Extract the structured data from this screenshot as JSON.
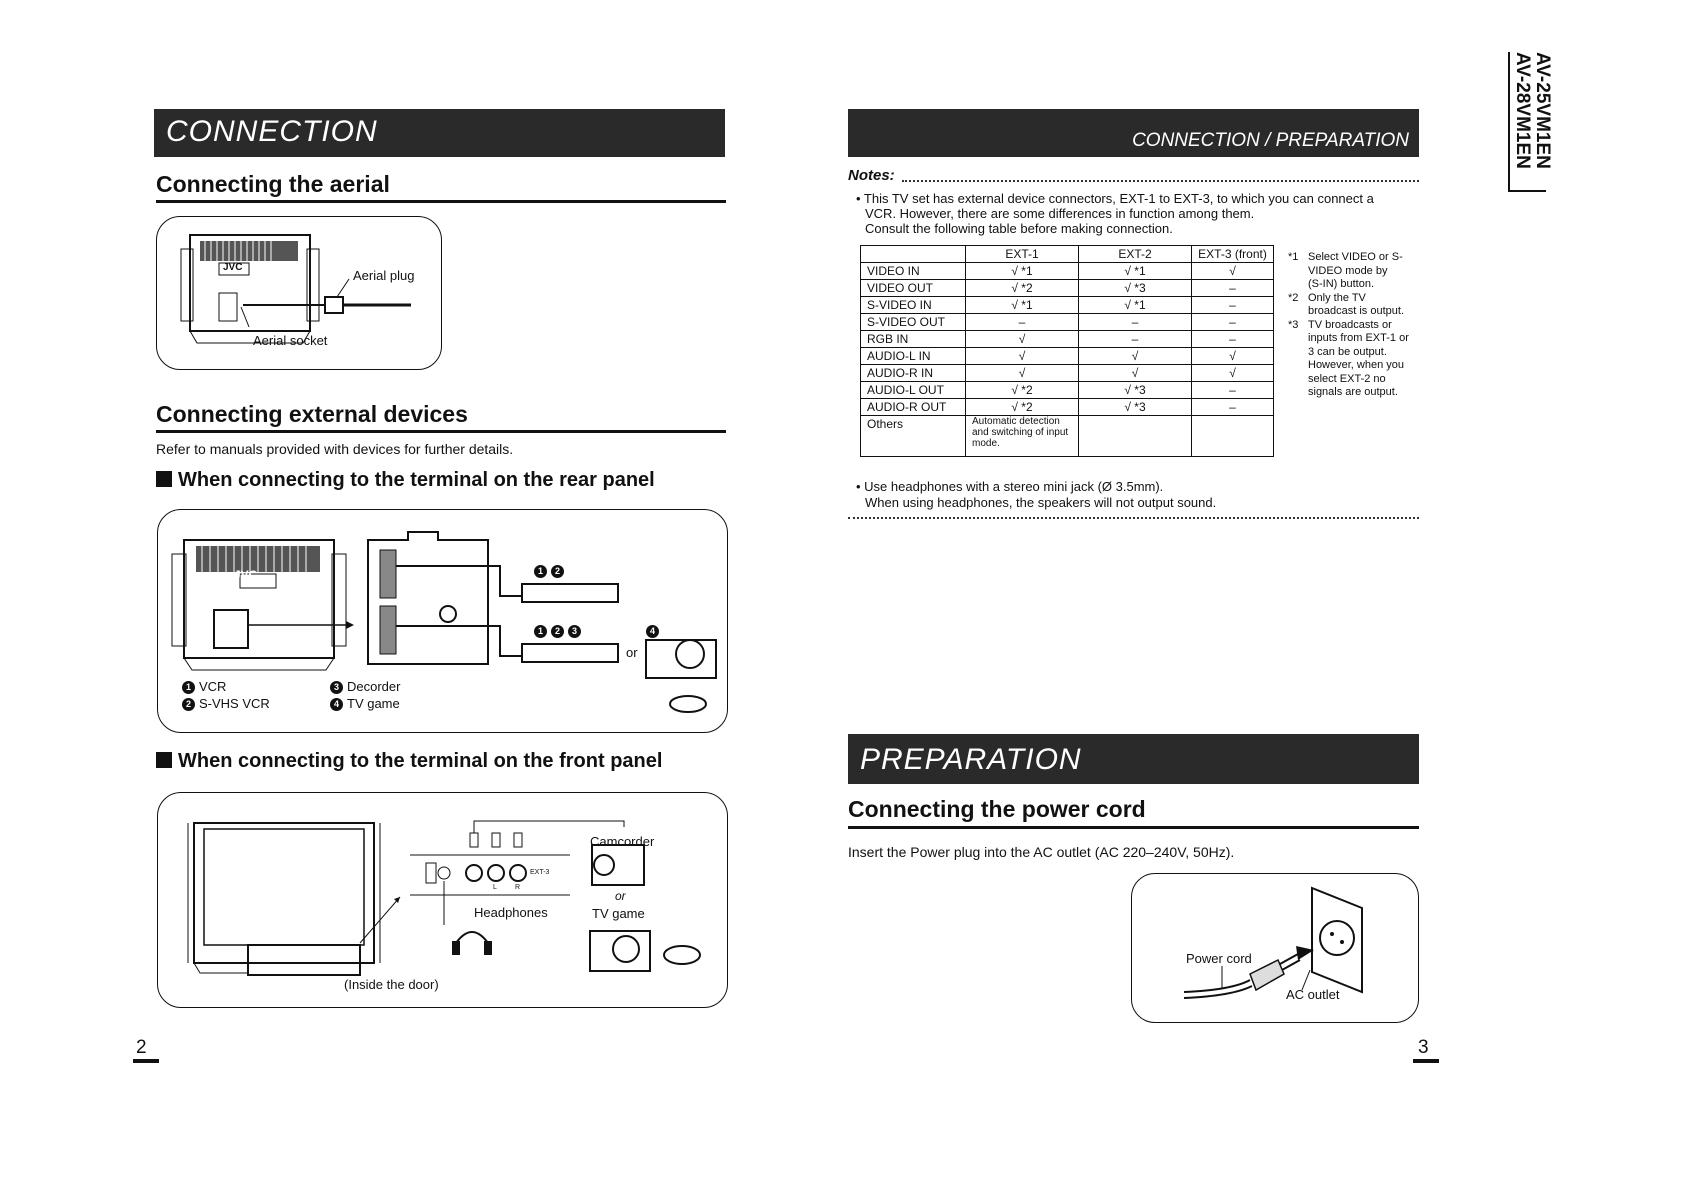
{
  "side_title": [
    "AV-25VM1EN",
    "AV-28VM1EN"
  ],
  "left": {
    "banner": "CONNECTION",
    "aerial": {
      "title": "Connecting the aerial",
      "label_plug": "Aerial plug",
      "label_socket": "Aerial socket",
      "brand": "JVC"
    },
    "external": {
      "title": "Connecting external devices",
      "intro": "Refer to manuals provided with devices for further details.",
      "rear_heading": "When connecting to the terminal on the rear panel",
      "rear_or": "or",
      "legend": [
        {
          "num": "1",
          "label": "VCR"
        },
        {
          "num": "2",
          "label": "S-VHS VCR"
        },
        {
          "num": "3",
          "label": "Decorder"
        },
        {
          "num": "4",
          "label": "TV game"
        }
      ],
      "front_heading": "When connecting to the terminal on the front panel",
      "front_labels": {
        "camcorder": "Camcorder",
        "or": "or",
        "tv_game": "TV game",
        "headphones": "Headphones",
        "inside_door": "(Inside the door)",
        "ext3": "EXT-3",
        "l": "L",
        "r": "R"
      }
    },
    "page_number": "2"
  },
  "right": {
    "banner": "CONNECTION / PREPARATION",
    "notes_label": "Notes:",
    "note1": [
      "• This TV set has external device connectors, EXT-1 to EXT-3, to which you can connect a",
      "VCR. However, there are some differences in function among them.",
      "Consult the following table before making connection."
    ],
    "table": {
      "headers": [
        "",
        "EXT-1",
        "EXT-2",
        "EXT-3 (front)"
      ],
      "rows": [
        [
          "VIDEO IN",
          "√ *1",
          "√ *1",
          "√"
        ],
        [
          "VIDEO OUT",
          "√ *2",
          "√ *3",
          "–"
        ],
        [
          "S-VIDEO IN",
          "√ *1",
          "√ *1",
          "–"
        ],
        [
          "S-VIDEO OUT",
          "–",
          "–",
          "–"
        ],
        [
          "RGB IN",
          "√",
          "–",
          "–"
        ],
        [
          "AUDIO-L IN",
          "√",
          "√",
          "√"
        ],
        [
          "AUDIO-R IN",
          "√",
          "√",
          "√"
        ],
        [
          "AUDIO-L OUT",
          "√ *2",
          "√ *3",
          "–"
        ],
        [
          "AUDIO-R OUT",
          "√ *2",
          "√ *3",
          "–"
        ],
        [
          "Others",
          "Automatic detection and switching of input mode.",
          "",
          ""
        ]
      ]
    },
    "footnotes": [
      {
        "mark": "*1",
        "lines": [
          "Select VIDEO or S-",
          "VIDEO mode by",
          "(S-IN) button."
        ]
      },
      {
        "mark": "*2",
        "lines": [
          "Only the TV",
          "broadcast is output."
        ]
      },
      {
        "mark": "*3",
        "lines": [
          "TV broadcasts or",
          "inputs from EXT-1 or",
          "3 can be output.",
          "However, when you",
          "select EXT-2 no",
          "signals are output."
        ]
      }
    ],
    "note2": [
      "• Use headphones with a stereo mini jack (Ø 3.5mm).",
      "When using headphones, the speakers will not output sound."
    ],
    "prep_banner": "PREPARATION",
    "power": {
      "title": "Connecting the power cord",
      "text": "Insert the Power plug into the AC outlet (AC 220–240V, 50Hz).",
      "label_cord": "Power cord",
      "label_outlet": "AC outlet"
    },
    "page_number": "3"
  }
}
